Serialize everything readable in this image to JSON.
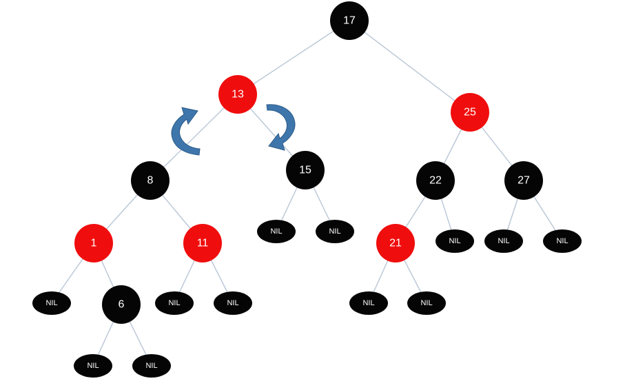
{
  "colors": {
    "red": "#f00d0d",
    "black": "#050505",
    "edge": "#b9c6d6",
    "arrow": "#3e76ac",
    "label": "#ffffff"
  },
  "diagram": {
    "nodes": [
      {
        "id": "n17",
        "label": "17",
        "color": "black"
      },
      {
        "id": "n13",
        "label": "13",
        "color": "red"
      },
      {
        "id": "n25",
        "label": "25",
        "color": "red"
      },
      {
        "id": "n8",
        "label": "8",
        "color": "black"
      },
      {
        "id": "n15",
        "label": "15",
        "color": "black"
      },
      {
        "id": "n22",
        "label": "22",
        "color": "black"
      },
      {
        "id": "n27",
        "label": "27",
        "color": "black"
      },
      {
        "id": "n1",
        "label": "1",
        "color": "red"
      },
      {
        "id": "n11",
        "label": "11",
        "color": "red"
      },
      {
        "id": "n21",
        "label": "21",
        "color": "red"
      },
      {
        "id": "n6",
        "label": "6",
        "color": "black"
      }
    ],
    "nil_leaves": [
      {
        "id": "nil-15a",
        "parent": "n15",
        "label": "NIL"
      },
      {
        "id": "nil-15b",
        "parent": "n15",
        "label": "NIL"
      },
      {
        "id": "nil-22",
        "parent": "n22",
        "label": "NIL"
      },
      {
        "id": "nil-27a",
        "parent": "n27",
        "label": "NIL"
      },
      {
        "id": "nil-27b",
        "parent": "n27",
        "label": "NIL"
      },
      {
        "id": "nil-1",
        "parent": "n1",
        "label": "NIL"
      },
      {
        "id": "nil-11a",
        "parent": "n11",
        "label": "NIL"
      },
      {
        "id": "nil-11b",
        "parent": "n11",
        "label": "NIL"
      },
      {
        "id": "nil-21a",
        "parent": "n21",
        "label": "NIL"
      },
      {
        "id": "nil-21b",
        "parent": "n21",
        "label": "NIL"
      },
      {
        "id": "nil-6a",
        "parent": "n6",
        "label": "NIL"
      },
      {
        "id": "nil-6b",
        "parent": "n6",
        "label": "NIL"
      }
    ],
    "edges": [
      [
        "n17",
        "n13"
      ],
      [
        "n17",
        "n25"
      ],
      [
        "n13",
        "n8"
      ],
      [
        "n13",
        "n15"
      ],
      [
        "n25",
        "n22"
      ],
      [
        "n25",
        "n27"
      ],
      [
        "n8",
        "n1"
      ],
      [
        "n8",
        "n11"
      ],
      [
        "n15",
        "nil-15a"
      ],
      [
        "n15",
        "nil-15b"
      ],
      [
        "n22",
        "n21"
      ],
      [
        "n22",
        "nil-22"
      ],
      [
        "n27",
        "nil-27a"
      ],
      [
        "n27",
        "nil-27b"
      ],
      [
        "n1",
        "nil-1"
      ],
      [
        "n1",
        "n6"
      ],
      [
        "n11",
        "nil-11a"
      ],
      [
        "n11",
        "nil-11b"
      ],
      [
        "n21",
        "nil-21a"
      ],
      [
        "n21",
        "nil-21b"
      ],
      [
        "n6",
        "nil-6a"
      ],
      [
        "n6",
        "nil-6b"
      ]
    ],
    "rotation_arrows": [
      {
        "id": "rotate-left",
        "icon": "curved-arrow-left-icon"
      },
      {
        "id": "rotate-right",
        "icon": "curved-arrow-right-icon"
      }
    ]
  }
}
